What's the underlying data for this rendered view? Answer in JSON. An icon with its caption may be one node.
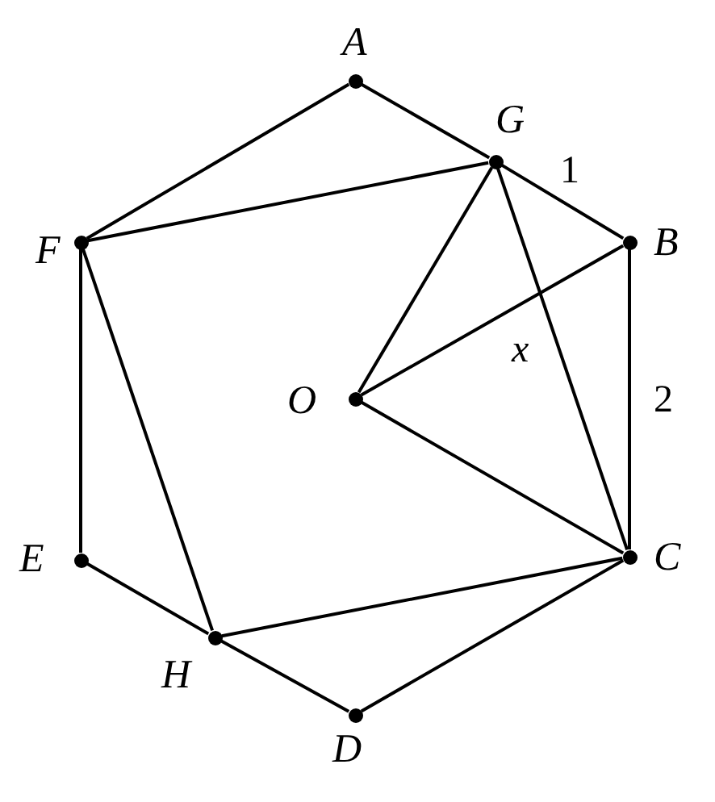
{
  "diagram": {
    "nodes": [
      {
        "text": [],
        "shape": "dot",
        "beside": [
          "A"
        ]
      },
      {
        "text": [],
        "shape": "dot",
        "beside": [
          "G"
        ]
      },
      {
        "text": [],
        "shape": "dot",
        "beside": [
          "F"
        ]
      },
      {
        "text": [],
        "shape": "dot",
        "beside": [
          "B"
        ]
      },
      {
        "text": [],
        "shape": "dot",
        "beside": [
          "O"
        ]
      },
      {
        "text": [],
        "shape": "dot",
        "beside": [
          "E"
        ]
      },
      {
        "text": [],
        "shape": "dot",
        "beside": [
          "C"
        ]
      },
      {
        "text": [],
        "shape": "dot",
        "beside": [
          "H"
        ]
      },
      {
        "text": [],
        "shape": "dot",
        "beside": [
          "D"
        ]
      }
    ],
    "edges": [
      {
        "from": 0,
        "to": 1,
        "arrow": "none"
      },
      {
        "from": 1,
        "to": 3,
        "arrow": "none",
        "label": "1"
      },
      {
        "from": 3,
        "to": 6,
        "arrow": "none",
        "label": "2"
      },
      {
        "from": 6,
        "to": 8,
        "arrow": "none"
      },
      {
        "from": 8,
        "to": 7,
        "arrow": "none"
      },
      {
        "from": 7,
        "to": 5,
        "arrow": "none"
      },
      {
        "from": 5,
        "to": 2,
        "arrow": "none"
      },
      {
        "from": 2,
        "to": 0,
        "arrow": "none"
      },
      {
        "from": 2,
        "to": 1,
        "arrow": "none"
      },
      {
        "from": 1,
        "to": 6,
        "arrow": "none",
        "label": "x"
      },
      {
        "from": 6,
        "to": 7,
        "arrow": "none"
      },
      {
        "from": 7,
        "to": 2,
        "arrow": "none"
      },
      {
        "from": 4,
        "to": 1,
        "arrow": "none"
      },
      {
        "from": 4,
        "to": 3,
        "arrow": "none"
      },
      {
        "from": 4,
        "to": 6,
        "arrow": "none"
      }
    ]
  }
}
